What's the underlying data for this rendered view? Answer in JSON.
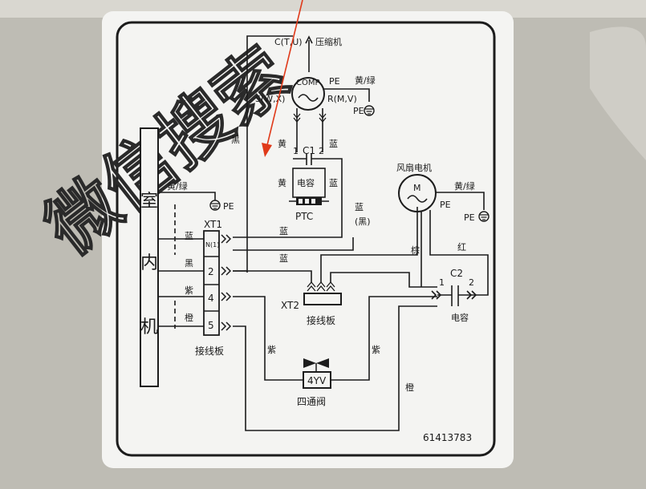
{
  "watermark": "微信搜索",
  "indoor_unit": {
    "chars": [
      "室",
      "内",
      "机"
    ]
  },
  "compressor": {
    "title": "压缩机",
    "code": "COMP",
    "terminal_c": "C(T,U)",
    "terminal_s": "S(W,X)",
    "terminal_r": "R(M,V)",
    "pe": "PE",
    "ground_color": "黄/绿",
    "pe_ground": "PE"
  },
  "capacitor_c1": {
    "label": "C1",
    "pin1": "1",
    "pin2": "2",
    "name": "电容",
    "wire_left": "黄",
    "wire_right": "蓝",
    "wire_left2": "黄",
    "wire_right2": "蓝"
  },
  "ptc": {
    "label": "PTC"
  },
  "wire_black_left": "黑",
  "indoor_ground": {
    "color": "黄/绿",
    "pe": "PE"
  },
  "xt1": {
    "label": "XT1",
    "name": "接线板",
    "terminals": [
      "N(1)",
      "2",
      "4",
      "5"
    ],
    "wires": [
      "蓝",
      "黑",
      "紫",
      "橙"
    ]
  },
  "wire_blue_1": "蓝",
  "wire_blue_2": "蓝",
  "xt2": {
    "label": "XT2",
    "name": "接线板"
  },
  "fan_motor": {
    "title": "风扇电机",
    "symbol": "M",
    "pe": "PE",
    "ground_color": "黄/绿",
    "pe_ground": "PE",
    "wire_blue": "蓝",
    "wire_black": "(黑)",
    "wire_brown": "棕",
    "wire_red": "红"
  },
  "capacitor_c2": {
    "label": "C2",
    "pin1": "1",
    "pin2": "2",
    "name": "电容"
  },
  "four_way_valve": {
    "label": "4YV",
    "name": "四通阀",
    "wire_left": "紫",
    "wire_right": "紫"
  },
  "wire_orange": "橙",
  "part_number": "61413783",
  "colors": {
    "background": "#b9b7b0",
    "label": "#f4f4f2",
    "ink": "#1c1c1c",
    "arrow": "#e03a1a"
  }
}
